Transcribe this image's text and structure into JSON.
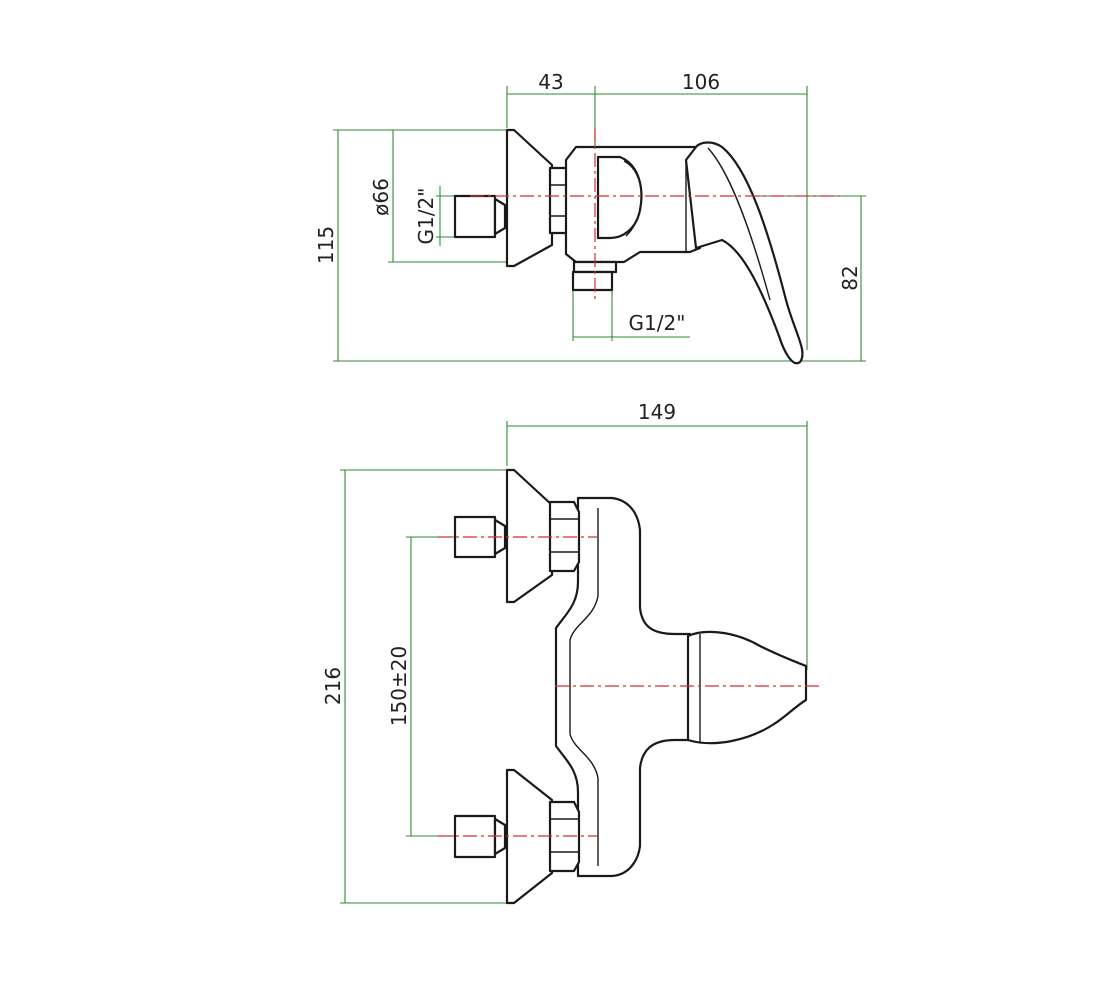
{
  "dimensions": {
    "side_view": {
      "d43": "43",
      "d106": "106",
      "d115": "115",
      "d82": "82",
      "dia66": "ø66",
      "g_inlet": "G1/2\"",
      "g_outlet": "G1/2\""
    },
    "front_view": {
      "d149": "149",
      "d216": "216",
      "d150": "150±20"
    }
  },
  "colors": {
    "outline": "#1a1a1a",
    "dimension_lines": "#2e8b2e",
    "center_lines": "#d03030"
  }
}
